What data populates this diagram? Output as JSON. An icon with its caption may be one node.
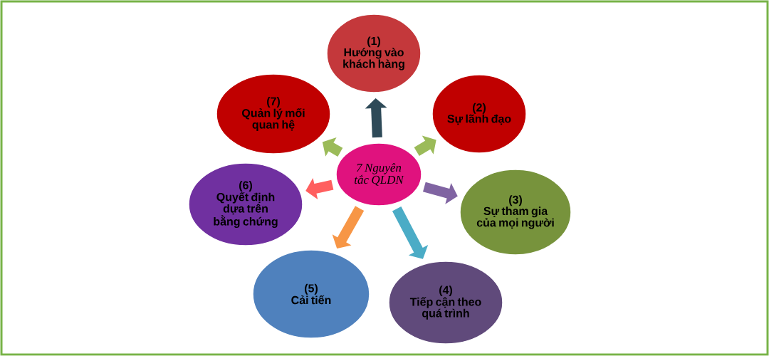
{
  "diagram": {
    "nodes": [
      {
        "text": [
          "7 Nguyên tắc QLDN"
        ]
      },
      {
        "text": [
          "(1)",
          "Hướng vào khách hàng"
        ]
      },
      {
        "text": [
          "(2)",
          "Sự lãnh đạo"
        ]
      },
      {
        "text": [
          "(3)",
          "Sự tham gia của mọi người"
        ]
      },
      {
        "text": [
          "(4)",
          "Tiếp cận theo quá trình"
        ]
      },
      {
        "text": [
          "(5)",
          "Cải tiến"
        ]
      },
      {
        "text": [
          "(6)",
          "Quyết định dựa trên bằng chứng"
        ]
      },
      {
        "text": [
          "(7)",
          "Quản lý mối quan hệ"
        ]
      }
    ],
    "edges": [
      {
        "from": 0,
        "to": 1,
        "arrow": "to",
        "color": "#2e4a58"
      },
      {
        "from": 0,
        "to": 2,
        "arrow": "to",
        "color": "#9bbb59"
      },
      {
        "from": 0,
        "to": 3,
        "arrow": "to",
        "color": "#8064a2"
      },
      {
        "from": 0,
        "to": 4,
        "arrow": "to",
        "color": "#4bacc6"
      },
      {
        "from": 0,
        "to": 5,
        "arrow": "to",
        "color": "#f79646"
      },
      {
        "from": 0,
        "to": 6,
        "arrow": "to",
        "color": "#ff5f5f"
      },
      {
        "from": 0,
        "to": 7,
        "arrow": "to",
        "color": "#9bbb59"
      }
    ]
  }
}
